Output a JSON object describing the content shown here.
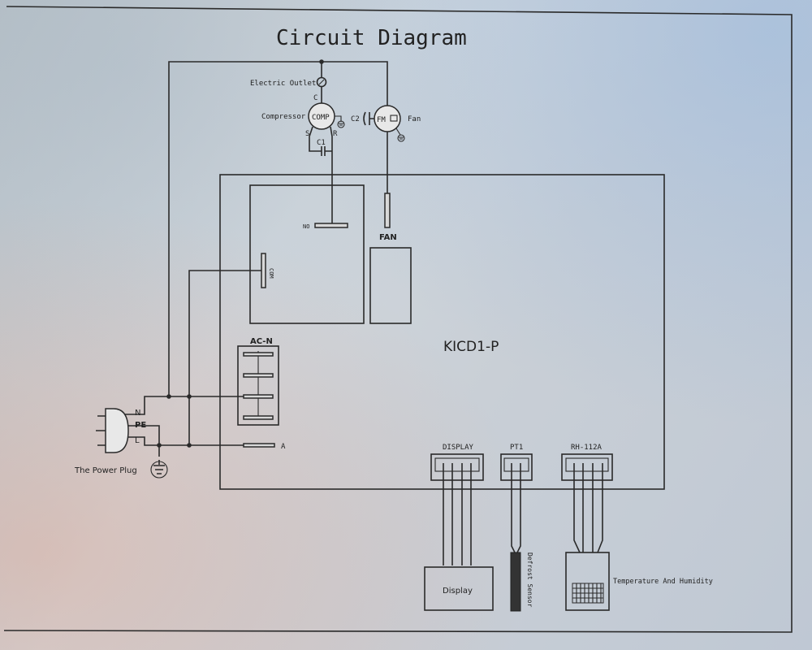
{
  "title": "Circuit Diagram",
  "board_name": "KICD1-P",
  "components": {
    "outlet": "Electric Outlet",
    "compressor_label": "Compressor",
    "compressor_inner": "COMP",
    "fan_label": "Fan",
    "fan_inner": "FM",
    "cap_c1": "C1",
    "cap_c2": "C2",
    "pin_c": "C",
    "pin_s": "S",
    "pin_r": "R"
  },
  "terminals": {
    "no": "NO",
    "com": "COM",
    "fan": "FAN",
    "acn": "AC-N",
    "a": "A"
  },
  "plug": {
    "name": "The Power Plug",
    "n": "N",
    "pe": "PE",
    "l": "L"
  },
  "connectors": {
    "display": "DISPLAY",
    "pt1": "PT1",
    "rh": "RH-112A"
  },
  "peripherals": {
    "display": "Display",
    "defrost": "Defrost Sensor",
    "temp": "Temperature And Humidity"
  }
}
